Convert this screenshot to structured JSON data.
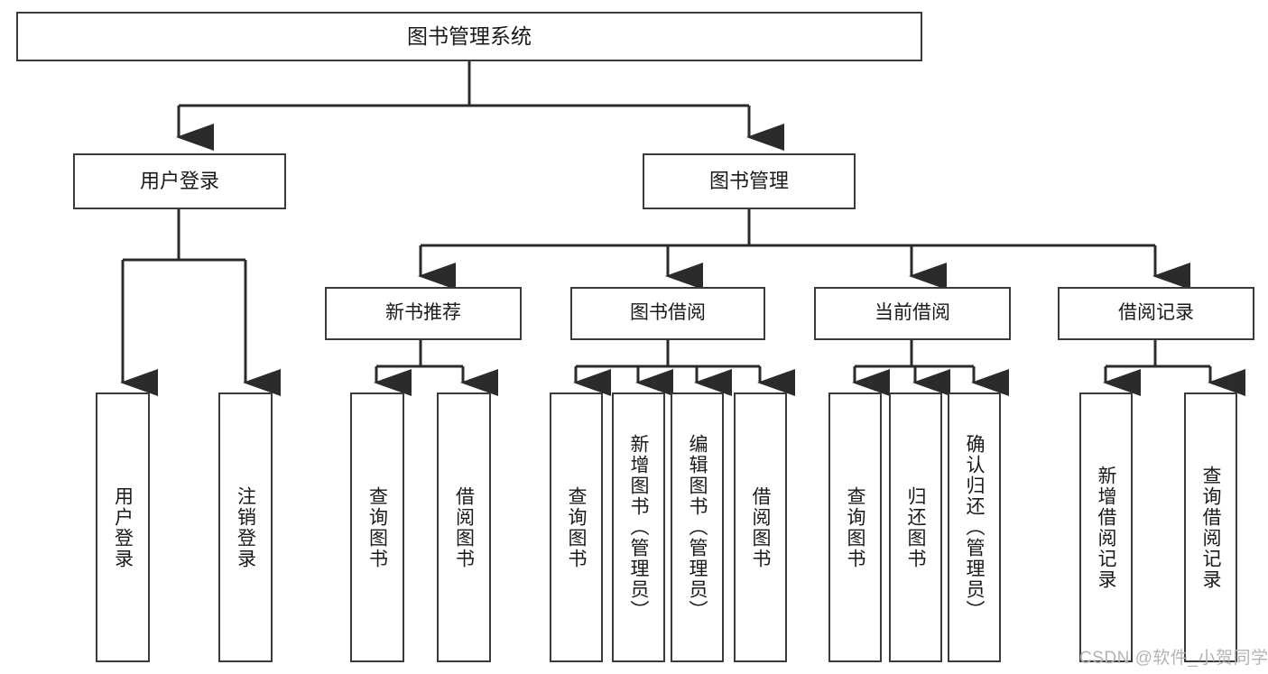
{
  "diagram": {
    "type": "tree",
    "title": "图书管理系统",
    "orientation": "top-down",
    "colors": {
      "box_border": "#3a3a3a",
      "box_fill": "#ffffff",
      "connector": "#2b2b2b",
      "text": "#1a1a1a",
      "watermark": "#b4b4b4"
    },
    "root": {
      "label": "图书管理系统"
    },
    "level2": [
      {
        "label": "用户登录"
      },
      {
        "label": "图书管理"
      }
    ],
    "level3": [
      {
        "label": "新书推荐"
      },
      {
        "label": "图书借阅"
      },
      {
        "label": "当前借阅"
      },
      {
        "label": "借阅记录"
      }
    ],
    "leaves": {
      "user_login": [
        {
          "label": "用户登录"
        },
        {
          "label": "注销登录"
        }
      ],
      "new_book_recommend": [
        {
          "label": "查询图书"
        },
        {
          "label": "借阅图书"
        }
      ],
      "book_borrow": [
        {
          "label": "查询图书"
        },
        {
          "label": "新增图书（管理员）"
        },
        {
          "label": "编辑图书（管理员）"
        },
        {
          "label": "借阅图书"
        }
      ],
      "current_borrow": [
        {
          "label": "查询图书"
        },
        {
          "label": "归还图书"
        },
        {
          "label": "确认归还（管理员）"
        }
      ],
      "borrow_record": [
        {
          "label": "新增借阅记录"
        },
        {
          "label": "查询借阅记录"
        }
      ]
    },
    "watermark": {
      "text": "CSDN @软件_小贺同学"
    }
  }
}
